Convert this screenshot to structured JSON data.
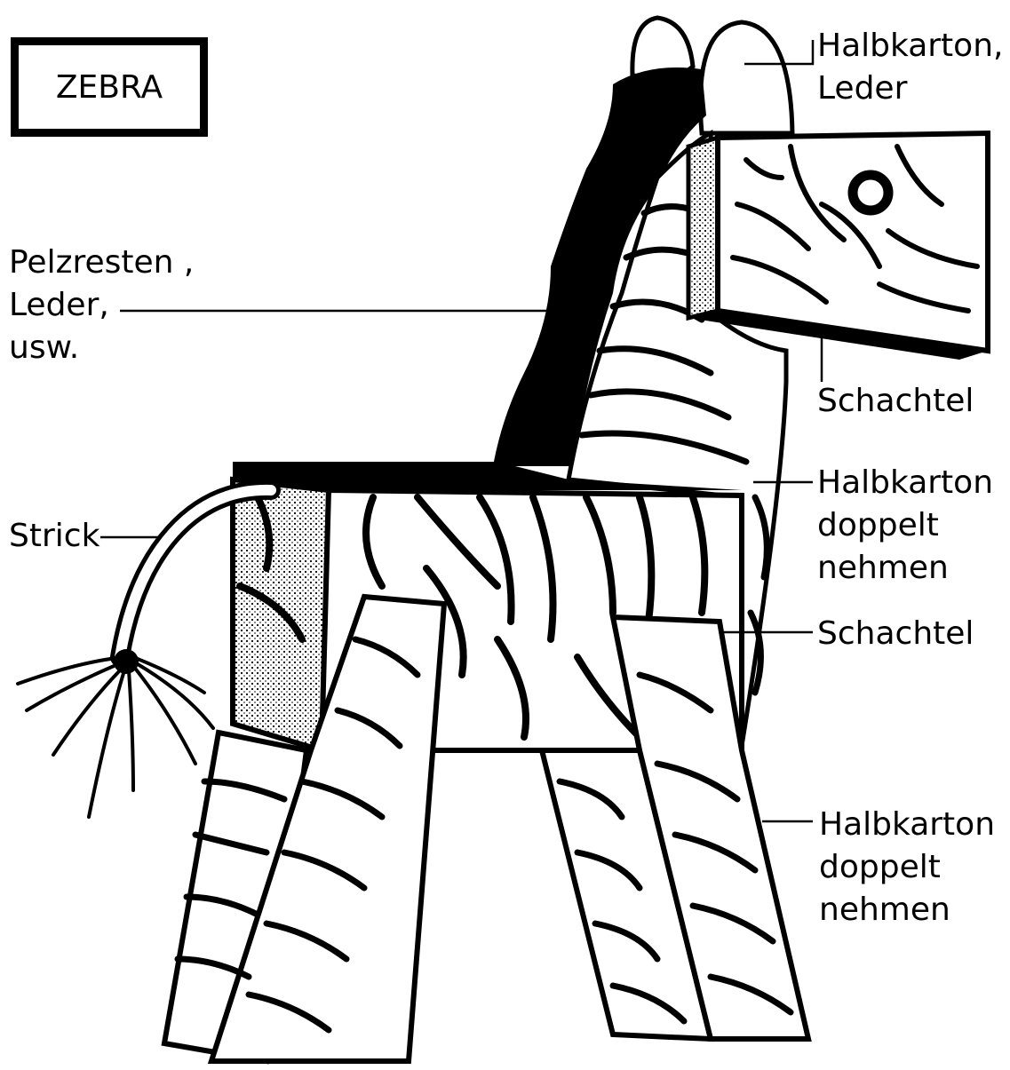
{
  "title": "ZEBRA",
  "labels": {
    "ears": [
      "Halbkarton,",
      "Leder"
    ],
    "mane": [
      "Pelzresten ,",
      "Leder,",
      "usw."
    ],
    "head": [
      "Schachtel"
    ],
    "tail": [
      "Strick"
    ],
    "neck": [
      "Halbkarton",
      "doppelt",
      "nehmen"
    ],
    "body": [
      "Schachtel"
    ],
    "legs": [
      "Halbkarton",
      "doppelt",
      "nehmen"
    ]
  },
  "colors": {
    "ink": "#000000",
    "paper": "#ffffff",
    "stipple": "#c8c8c8"
  }
}
